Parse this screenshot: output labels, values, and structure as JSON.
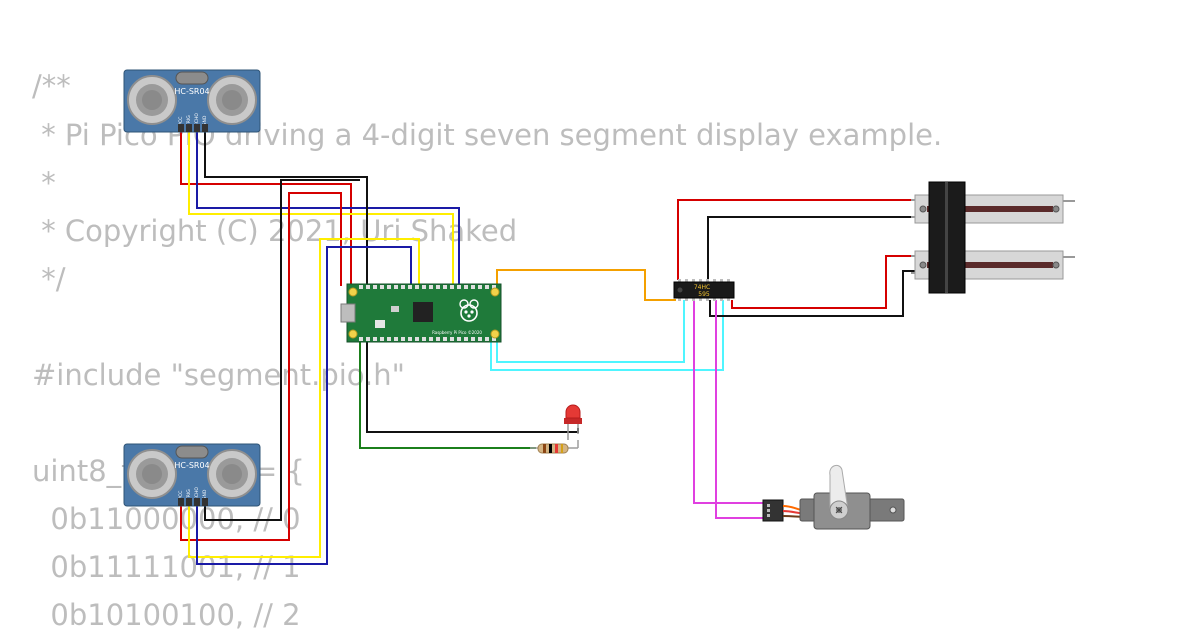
{
  "code": {
    "lines": [
      "/**",
      " * Pi Pico PIO driving a 4-digit seven segment display example.",
      " *",
      " * Copyright (C) 2021, Uri Shaked",
      " */",
      "",
      "#include \"segment.pio.h\"",
      "",
      "uint8_t digits[] = {",
      "  0b11000000, // 0",
      "  0b11111001, // 1",
      "  0b10100100, // 2"
    ]
  },
  "components": {
    "ultrasonic_1": {
      "model": "HC-SR04",
      "pins": [
        "VCC",
        "TRIG",
        "ECHO",
        "GND"
      ]
    },
    "ultrasonic_2": {
      "model": "HC-SR04",
      "pins": [
        "VCC",
        "TRIG",
        "ECHO",
        "GND"
      ]
    },
    "pico": {
      "silk": "Raspberry Pi Pico ©2020"
    },
    "shift_register": {
      "line1": "74HC",
      "line2": "595"
    },
    "led": {
      "color": "#e53935"
    },
    "resistor": {},
    "servo": {},
    "slide_pot_1": {},
    "slide_pot_2": {}
  },
  "colors": {
    "red": "#d50000",
    "black": "#111111",
    "yellow": "#ffee00",
    "blue": "#1a1aa6",
    "orange": "#f4a000",
    "cyan": "#4ff5ff",
    "magenta": "#e040e0",
    "green": "#1b7f1b",
    "pcb_green": "#1f7a3a",
    "sensor_blue": "#4a78a8"
  }
}
